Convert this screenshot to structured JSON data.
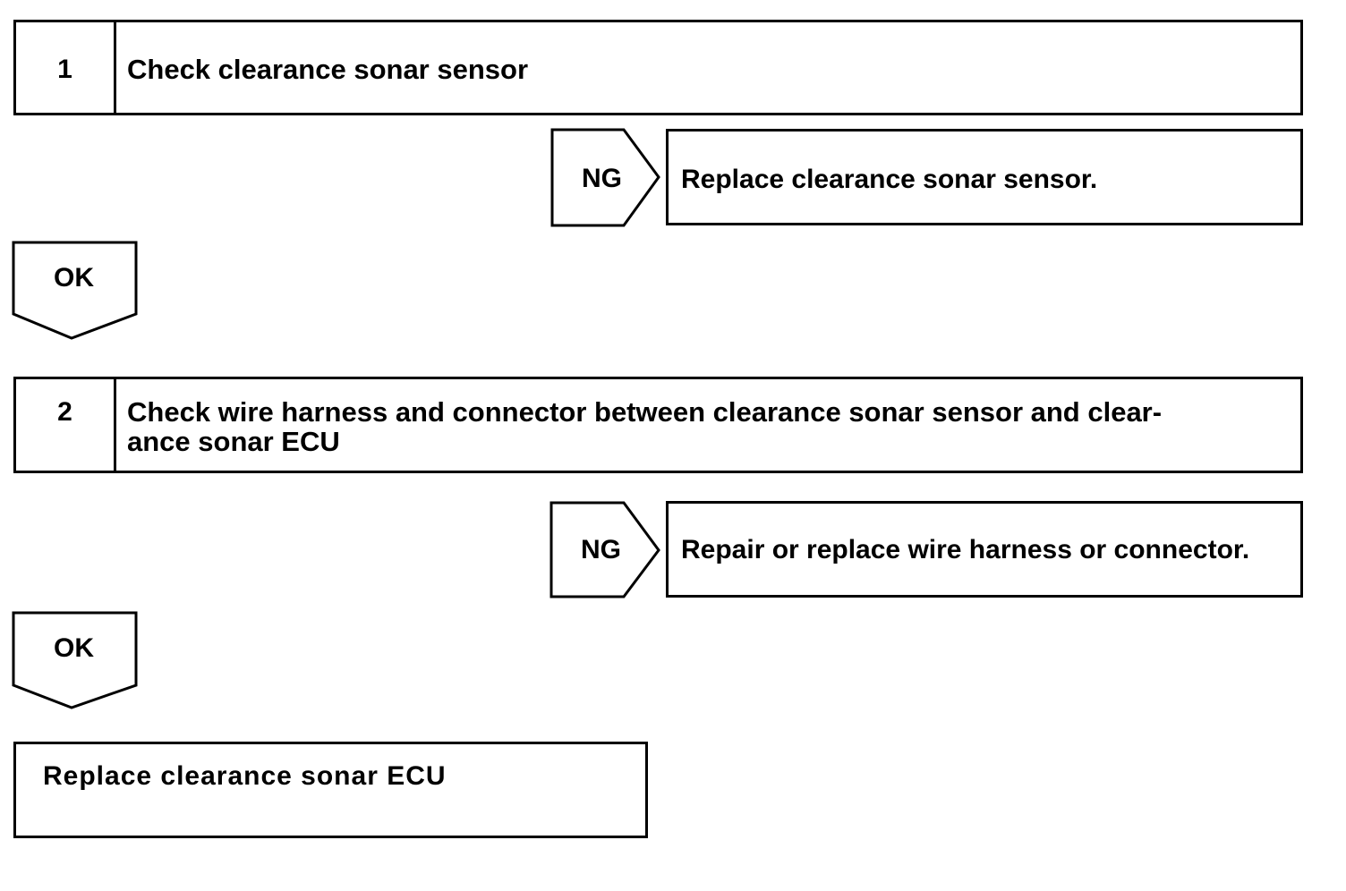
{
  "steps": [
    {
      "number": "1",
      "text": "Check clearance sonar sensor"
    },
    {
      "number": "2",
      "text": "Check wire harness and connector between clearance sonar sensor and clear-\nance sonar ECU"
    }
  ],
  "ng_results": [
    {
      "label": "NG",
      "text": "Replace clearance sonar sensor."
    },
    {
      "label": "NG",
      "text": "Repair or replace wire harness or connector."
    }
  ],
  "ok_labels": [
    "OK",
    "OK"
  ],
  "final": {
    "text": "Replace clearance sonar ECU"
  }
}
